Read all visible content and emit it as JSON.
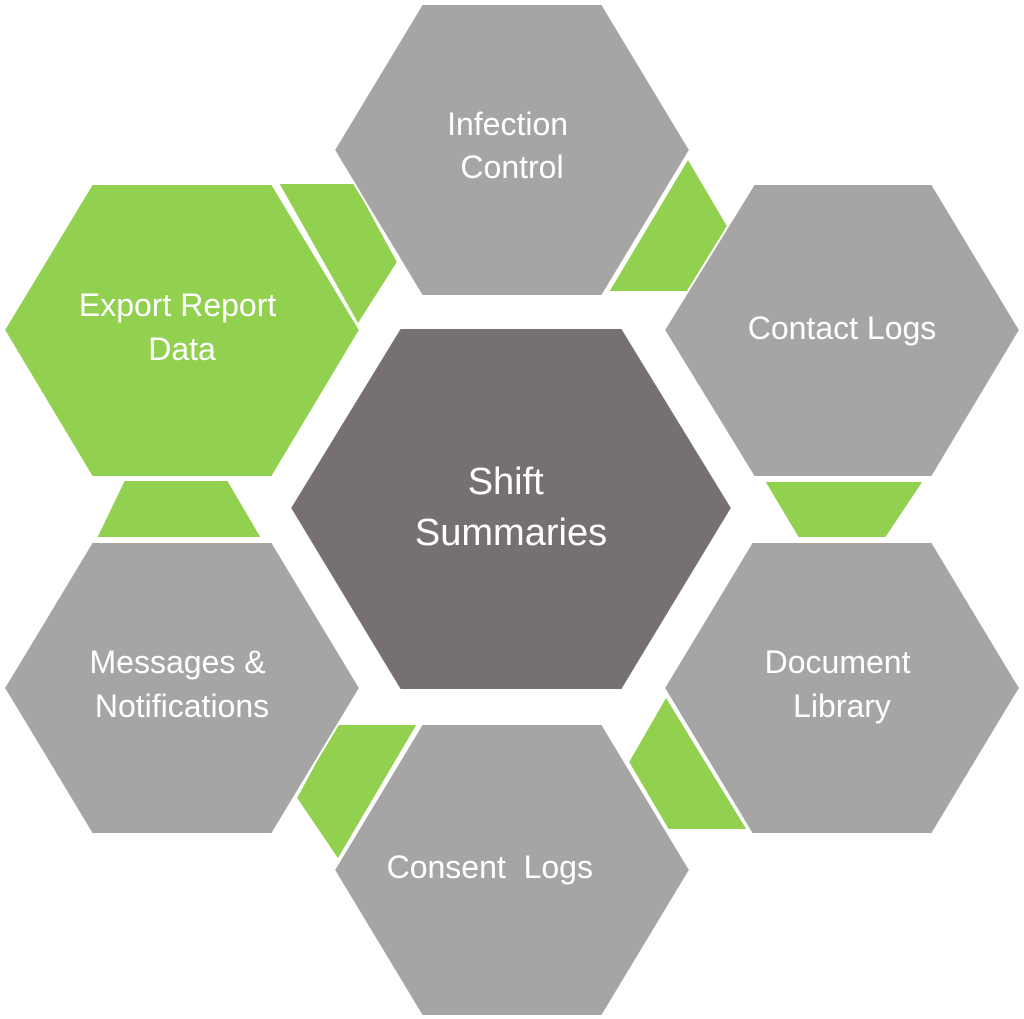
{
  "colors": {
    "background": "#ffffff",
    "center_hex": "#767170",
    "outer_hex": "#a5a5a5",
    "accent_green": "#92d050",
    "label_text": "#ffffff"
  },
  "center": {
    "lines": [
      "Shift",
      "Summaries"
    ]
  },
  "modules": [
    {
      "id": "infection-control",
      "lines": [
        "Infection",
        "Control"
      ],
      "color": "#a5a5a5"
    },
    {
      "id": "contact-logs",
      "lines": [
        "Contact Logs"
      ],
      "color": "#a5a5a5"
    },
    {
      "id": "document-library",
      "lines": [
        "Document",
        "Library"
      ],
      "color": "#a5a5a5"
    },
    {
      "id": "consent-logs",
      "lines": [
        "Consent  Logs"
      ],
      "color": "#a5a5a5"
    },
    {
      "id": "messages-notifications",
      "lines": [
        "Messages &",
        "Notifications"
      ],
      "color": "#a5a5a5"
    },
    {
      "id": "export-report-data",
      "lines": [
        "Export Report",
        "Data"
      ],
      "color": "#92d050"
    }
  ]
}
